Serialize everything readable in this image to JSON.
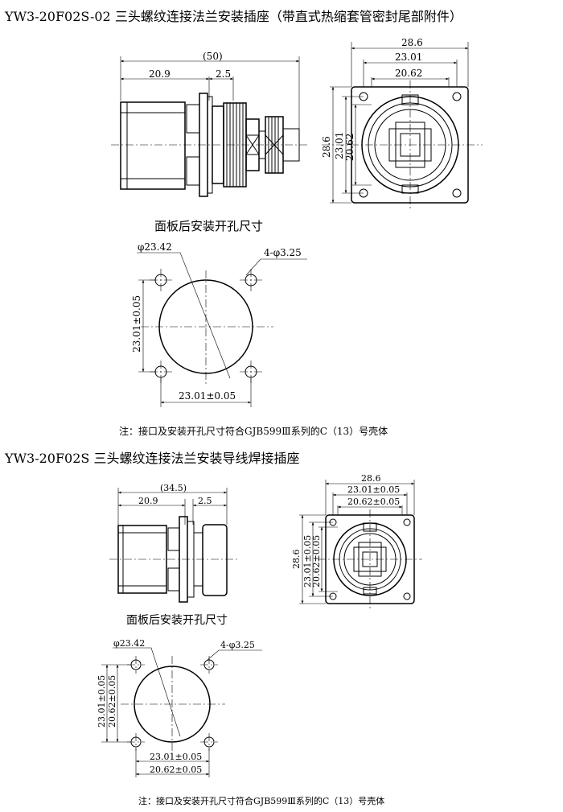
{
  "section1": {
    "title": "YW3-20F02S-02 三头螺纹连接法兰安装插座（带直式热缩套管密封尾部附件）",
    "side_view": {
      "overall": "(50)",
      "body": "20.9",
      "flange": "2.5"
    },
    "front_view": {
      "outer": "28.6",
      "mid": "23.01",
      "inner": "20.62",
      "v_outer": "28.6",
      "v_mid": "23.01",
      "v_inner": "20.62"
    },
    "cutout_caption": "面板后安装开孔尺寸",
    "cutout": {
      "hole_dia": "φ23.42",
      "mount_holes": "4-φ3.25",
      "v_spacing": "23.01±0.05",
      "h_spacing": "23.01±0.05"
    },
    "note": "注：接口及安装开孔尺寸符合GJB599Ⅲ系列的C（13）号壳体"
  },
  "section2": {
    "title": "YW3-20F02S 三头螺纹连接法兰安装导线焊接插座",
    "side_view": {
      "overall": "(34.5)",
      "body": "20.9",
      "flange": "2.5"
    },
    "front_view": {
      "outer": "28.6",
      "mid": "23.01±0.05",
      "inner": "20.62±0.05",
      "v_outer": "28.6",
      "v_mid": "23.01±0.05",
      "v_inner": "20.62±0.05"
    },
    "cutout_caption": "面板后安装开孔尺寸",
    "cutout": {
      "hole_dia": "φ23.42",
      "mount_holes": "4-φ3.25",
      "v_spacing_a": "23.01±0.05",
      "v_spacing_b": "20.62±0.05",
      "h_spacing_a": "23.01±0.05",
      "h_spacing_b": "20.62±0.05"
    },
    "note": "注：接口及安装开孔尺寸符合GJB599Ⅲ系列的C（13）号壳体"
  }
}
